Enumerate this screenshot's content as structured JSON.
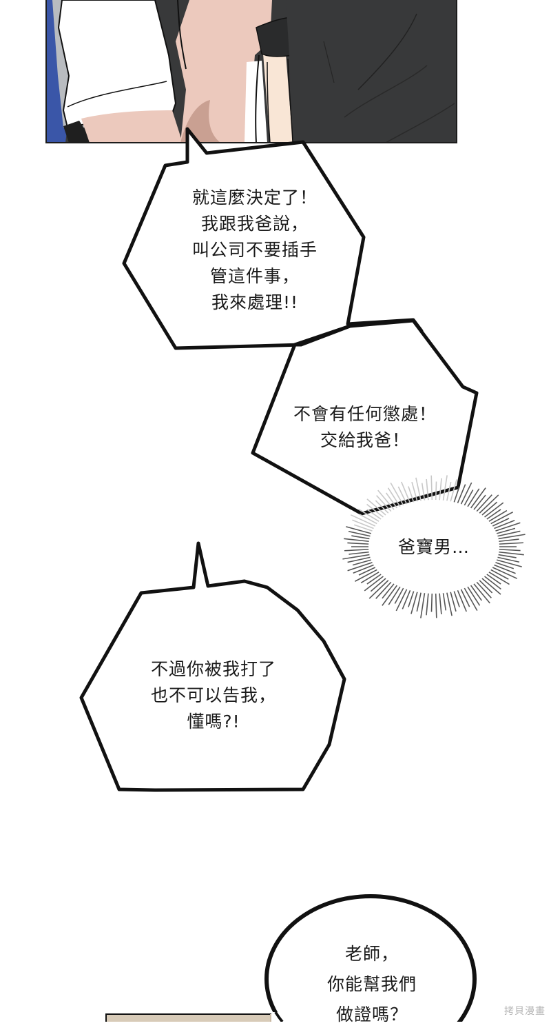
{
  "page": {
    "type": "webtoon-strip",
    "background": "#ffffff"
  },
  "top_panel": {
    "description": "close-up of two characters' arms and torsos",
    "colors": {
      "border": "#1c1c1c",
      "shirt_white": "#ffffff",
      "shirt_shadow": "#b9bcc0",
      "blue_bg": "#3a56a8",
      "skin": "#ecc9bd",
      "skin_shadow": "#c9a092",
      "skin_light": "#f9e6d6",
      "black_shirt": "#38393a",
      "black_shirt_fold": "#2a2b2c"
    }
  },
  "bubbles": [
    {
      "id": "bubble-1",
      "shape": "jagged-polygon",
      "lines": [
        "就這麼決定了！",
        "我跟我爸說，",
        "叫公司不要插手",
        "管這件事，",
        "我來處理!!"
      ]
    },
    {
      "id": "bubble-2",
      "shape": "jagged-polygon",
      "lines": [
        "不會有任何懲處！",
        "交給我爸！"
      ]
    },
    {
      "id": "bubble-3",
      "shape": "radial-burst-thought",
      "lines": [
        "爸寶男…"
      ]
    },
    {
      "id": "bubble-4",
      "shape": "jagged-polygon",
      "lines": [
        "不過你被我打了",
        "也不可以告我，",
        "懂嗎?!"
      ]
    },
    {
      "id": "bubble-5",
      "shape": "oval",
      "lines": [
        "老師，",
        "你能幫我們",
        "做證嗎？"
      ]
    }
  ],
  "watermark": "拷貝漫畫",
  "colors": {
    "outline": "#111111",
    "text": "#1a1a1a",
    "burst_lines": "#555555",
    "watermark": "#b5b5b5"
  }
}
